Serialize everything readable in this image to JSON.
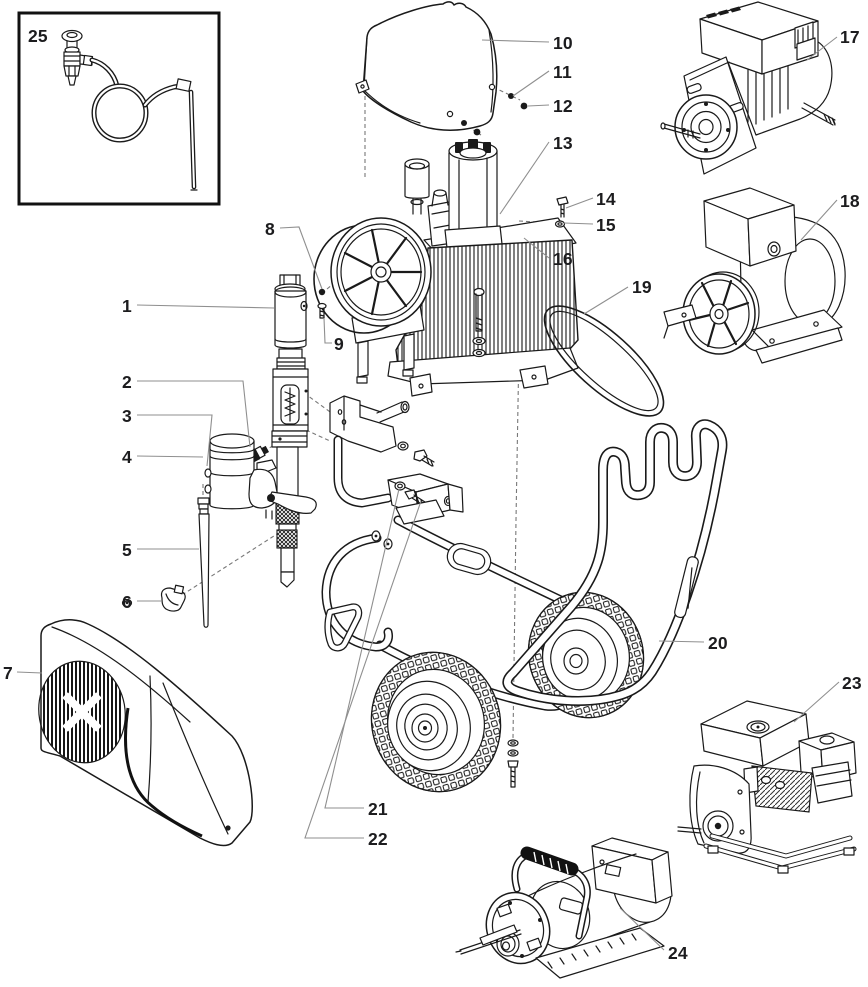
{
  "figure": {
    "type": "exploded-parts-diagram",
    "colors": {
      "line": "#1a1a1a",
      "label": "#1c1c1e",
      "leader": "#8f8f8f",
      "background": "#ffffff"
    },
    "callouts": [
      {
        "label": "1"
      },
      {
        "label": "2"
      },
      {
        "label": "3"
      },
      {
        "label": "4"
      },
      {
        "label": "5"
      },
      {
        "label": "6"
      },
      {
        "label": "7"
      },
      {
        "label": "8"
      },
      {
        "label": "9"
      },
      {
        "label": "10"
      },
      {
        "label": "11"
      },
      {
        "label": "12"
      },
      {
        "label": "13"
      },
      {
        "label": "14"
      },
      {
        "label": "15"
      },
      {
        "label": "16"
      },
      {
        "label": "17"
      },
      {
        "label": "18"
      },
      {
        "label": "19"
      },
      {
        "label": "20"
      },
      {
        "label": "21"
      },
      {
        "label": "22"
      },
      {
        "label": "23"
      },
      {
        "label": "24"
      },
      {
        "label": "25"
      }
    ]
  }
}
